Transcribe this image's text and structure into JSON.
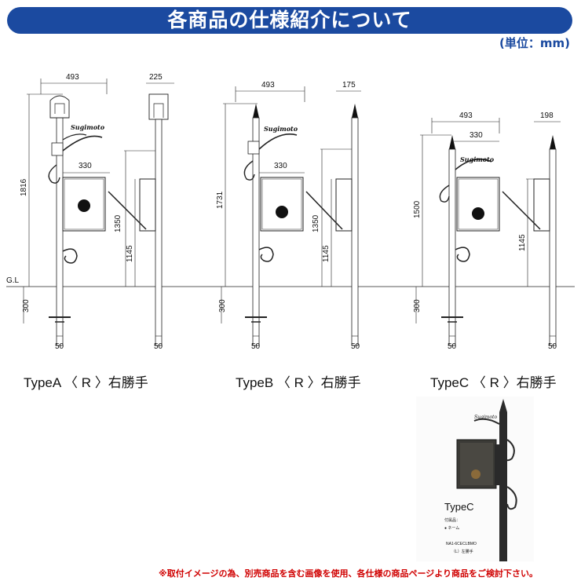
{
  "header": {
    "title": "各商品の仕様紹介について",
    "unit": "(単位：mm)"
  },
  "ground_label": "G.L",
  "diagrams": [
    {
      "type_label": "TypeA 〈 R 〉右勝手",
      "front_width": "493",
      "side_width": "225",
      "box_width": "330",
      "total_height": "1816",
      "box_height": "1350",
      "slot_height": "1145",
      "depth": "300",
      "post_front": "50",
      "post_side": "50",
      "nameplate": "Sugimoto"
    },
    {
      "type_label": "TypeB 〈 R 〉右勝手",
      "front_width": "493",
      "side_width": "175",
      "box_width": "330",
      "total_height": "1731",
      "box_height": "1350",
      "slot_height": "1145",
      "depth": "300",
      "post_front": "50",
      "post_side": "50",
      "nameplate": "Sugimoto"
    },
    {
      "type_label": "TypeC 〈 R 〉右勝手",
      "front_width": "493",
      "side_width": "198",
      "box_width": "330",
      "total_height": "1500",
      "slot_height": "1145",
      "depth": "300",
      "post_front": "50",
      "post_side": "50",
      "nameplate": "Sugimoto"
    }
  ],
  "photo": {
    "nameplate": "Sugimoto",
    "type_label": "TypeC",
    "accessory_title": "付属品：",
    "accessory_item": "● ネーム",
    "model": "NA1-6CECLBMO",
    "model_sub": "（L）左勝手"
  },
  "footnote": "※取付イメージの為、別売商品を含む画像を使用、各仕様の商品ページより商品をご検討下さい。"
}
